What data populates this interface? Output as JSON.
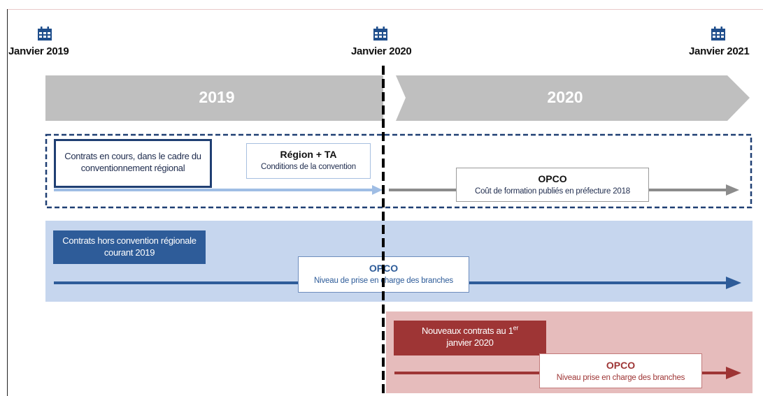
{
  "timeline": {
    "dates": [
      {
        "label": "Janvier 2019"
      },
      {
        "label": "Janvier 2020"
      },
      {
        "label": "Janvier 2021"
      }
    ],
    "years": [
      "2019",
      "2020"
    ]
  },
  "colors": {
    "gray_band": "#bfbfbf",
    "navy": "#2e5c99",
    "light_blue_band": "#c6d6ee",
    "light_blue_arrow": "#9fbde4",
    "dark_red": "#9e3535",
    "light_red_band": "#e6bcbc",
    "gray_arrow": "#8c8c8c"
  },
  "section1": {
    "current_contracts": "Contrats en cours, dans le cadre du conventionnement régional",
    "region_title": "Région + TA",
    "region_sub": "Conditions de la convention",
    "opco_title": "OPCO",
    "opco_sub": "Coût de formation publiés en préfecture 2018"
  },
  "section2": {
    "label": "Contrats hors convention régionale courant 2019",
    "opco_title": "OPCO",
    "opco_sub": "Niveau de prise en charge des branches"
  },
  "section3": {
    "label_main": "Nouveaux contrats au 1",
    "label_sup": "er",
    "label_tail": "janvier 2020",
    "opco_title": "OPCO",
    "opco_sub": "Niveau prise en charge des branches"
  }
}
